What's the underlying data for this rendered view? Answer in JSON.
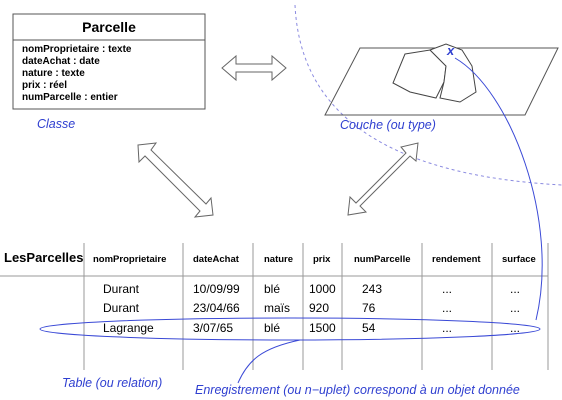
{
  "class_box": {
    "title": "Parcelle",
    "attributes": [
      "nomProprietaire : texte",
      "dateAchat : date",
      "nature : texte",
      "prix : réel",
      "numParcelle : entier"
    ],
    "caption": "Classe"
  },
  "layer": {
    "caption": "Couche (ou type)",
    "marker": "x"
  },
  "table": {
    "name": "LesParcelles",
    "columns": [
      "nomProprietaire",
      "dateAchat",
      "nature",
      "prix",
      "numParcelle",
      "rendement",
      "surface"
    ],
    "rows": [
      [
        "Durant",
        "10/09/99",
        "blé",
        "1000",
        "243",
        "...",
        "..."
      ],
      [
        "Durant",
        "23/04/66",
        "maïs",
        "920",
        "76",
        "...",
        "..."
      ],
      [
        "Lagrange",
        "3/07/65",
        "blé",
        "1500",
        "54",
        "...",
        "..."
      ]
    ],
    "caption": "Table (ou relation)",
    "record_caption": "Enregistrement (ou n−uplet) correspond à un objet donnée"
  },
  "colors": {
    "annotation": "#2f3fd0",
    "lines": "#555555",
    "dashed": "#8a8ae0"
  }
}
